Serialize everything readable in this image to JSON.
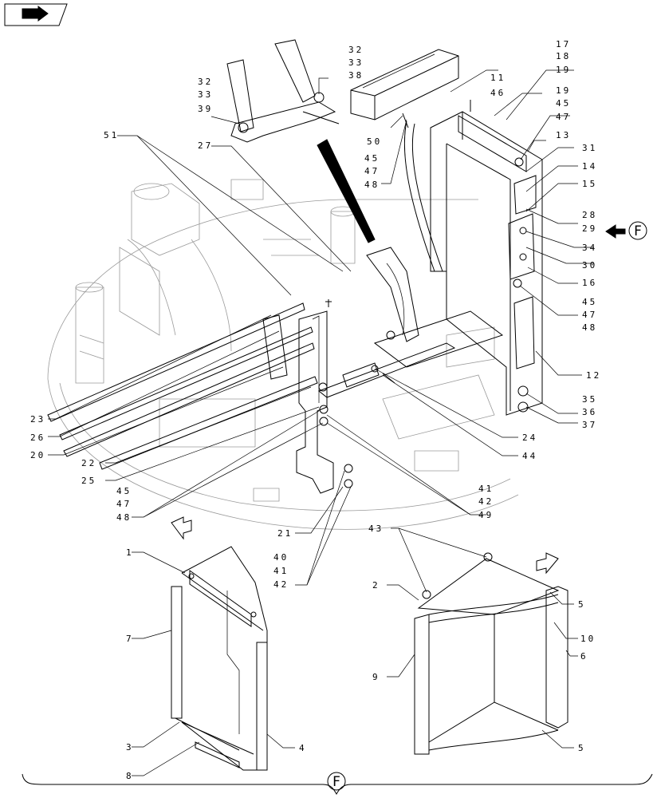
{
  "view_marker": "F",
  "callouts": {
    "c_32_33_38": [
      "32",
      "33",
      "38"
    ],
    "c_32_33_39": [
      "32",
      "33",
      "39"
    ],
    "c_17_18_19": [
      "17",
      "18",
      "19"
    ],
    "c_11": "11",
    "c_46": "46",
    "c_19_45_47": [
      "19",
      "45",
      "47"
    ],
    "c_13": "13",
    "c_51": "51",
    "c_27": "27",
    "c_50": "50",
    "c_45_47_48_top": [
      "45",
      "47",
      "48"
    ],
    "c_31": "31",
    "c_14": "14",
    "c_15": "15",
    "c_28_29": [
      "28",
      "29"
    ],
    "c_34": "34",
    "c_30": "30",
    "c_16": "16",
    "c_45_47_48_right": [
      "45",
      "47",
      "48"
    ],
    "c_12": "12",
    "c_35_36_37": [
      "35",
      "36",
      "37"
    ],
    "c_24": "24",
    "c_44": "44",
    "c_41_42_49": [
      "41",
      "42",
      "49"
    ],
    "c_23": "23",
    "c_26": "26",
    "c_20": "20",
    "c_22": "22",
    "c_25": "25",
    "c_45_47_48_left": [
      "45",
      "47",
      "48"
    ],
    "c_21": "21",
    "c_40_41_42": [
      "40",
      "41",
      "42"
    ],
    "c_43": "43",
    "c_1": "1",
    "c_7": "7",
    "c_3": "3",
    "c_8": "8",
    "c_4": "4",
    "c_2": "2",
    "c_9": "9",
    "c_5_top": "5",
    "c_10": "10",
    "c_6": "6",
    "c_5_bottom": "5"
  }
}
